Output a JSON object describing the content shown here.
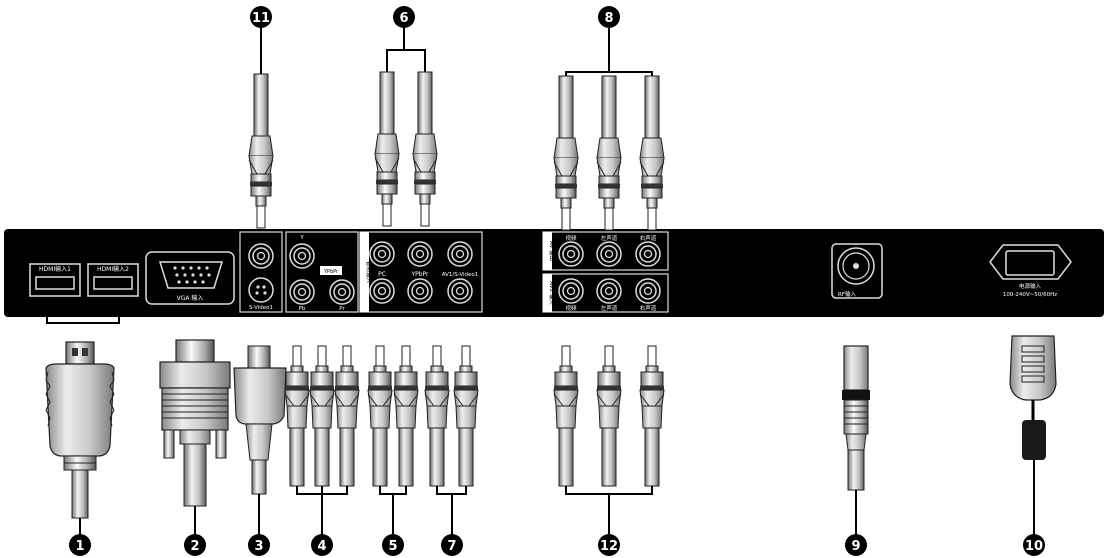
{
  "panel": {
    "hdmi": {
      "port1": "HDMI输入1",
      "port2": "HDMI输入2"
    },
    "vga": {
      "label": "VGA 输入"
    },
    "svideo": {
      "label": "S-Video1"
    },
    "ypbpr_small": {
      "y": "Y",
      "pb": "Pb",
      "pr": "Pr",
      "tag": "YPbPr"
    },
    "av_group": {
      "pc": "PC",
      "ypbpr": "YPbPr",
      "av": "AV1/S-Video1",
      "side": "音频输入"
    },
    "av2_in": {
      "side": "AV2 输入",
      "ports": [
        "视频",
        "左声道",
        "右声道"
      ]
    },
    "av_out": {
      "side": "AV 输出",
      "ports": [
        "视频",
        "左声道",
        "右声道"
      ]
    },
    "rf": {
      "label": "RF输入"
    },
    "power": {
      "title": "电源输入",
      "spec": "100-240V~50/60Hz"
    }
  },
  "callouts": [
    "1",
    "2",
    "3",
    "4",
    "5",
    "6",
    "7",
    "8",
    "9",
    "10",
    "11",
    "12"
  ]
}
